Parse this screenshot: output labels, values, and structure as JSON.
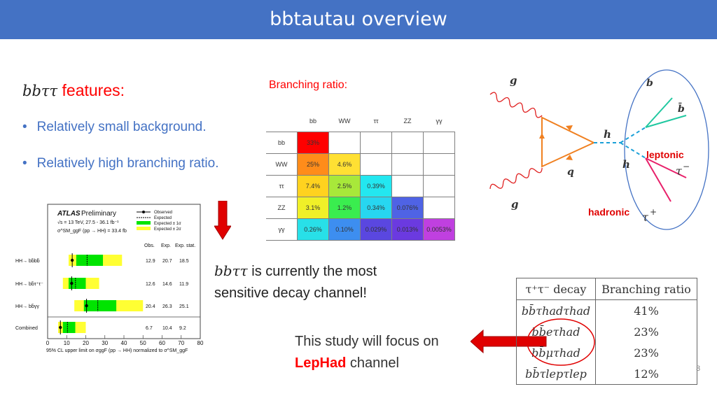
{
  "slide": {
    "title": "bbtautau overview",
    "page_number": "3",
    "accent_color": "#4472c4",
    "highlight_color": "#ff0000"
  },
  "features": {
    "math_label": "bbττ",
    "heading": "features:",
    "bullets": [
      "Relatively small background.",
      "Relatively high branching ratio."
    ]
  },
  "branching": {
    "title": "Branching ratio:",
    "columns": [
      "bb",
      "WW",
      "ττ",
      "ZZ",
      "γγ"
    ],
    "rows": [
      {
        "label": "bb",
        "cells": [
          {
            "v": "33%",
            "c": "#ff0000"
          }
        ]
      },
      {
        "label": "WW",
        "cells": [
          {
            "v": "25%",
            "c": "#ff8c1a"
          },
          {
            "v": "4.6%",
            "c": "#ffe033"
          }
        ]
      },
      {
        "label": "ττ",
        "cells": [
          {
            "v": "7.4%",
            "c": "#ffd21f"
          },
          {
            "v": "2.5%",
            "c": "#a8e83a"
          },
          {
            "v": "0.39%",
            "c": "#23e7f0"
          }
        ]
      },
      {
        "label": "ZZ",
        "cells": [
          {
            "v": "3.1%",
            "c": "#f0f028"
          },
          {
            "v": "1.2%",
            "c": "#3aed4f"
          },
          {
            "v": "0.34%",
            "c": "#27d6f0"
          },
          {
            "v": "0.076%",
            "c": "#4f63e5"
          }
        ]
      },
      {
        "label": "γγ",
        "cells": [
          {
            "v": "0.26%",
            "c": "#28e0e8"
          },
          {
            "v": "0.10%",
            "c": "#3d8ef0"
          },
          {
            "v": "0.029%",
            "c": "#5a47e0"
          },
          {
            "v": "0.013%",
            "c": "#6b3ae0"
          },
          {
            "v": "0.0053%",
            "c": "#c040e0"
          }
        ]
      }
    ]
  },
  "sensitivity": {
    "math_label": "bbττ",
    "text": " is currently the most sensitive decay channel!"
  },
  "study": {
    "line1": "This study will  focus on",
    "highlight": "LepHad",
    "line2_rest": " channel"
  },
  "feynman": {
    "gluon_top": "g",
    "gluon_bottom": "g",
    "quark_loop": "q",
    "higgs_top": "h",
    "higgs_bottom": "h",
    "b": "b",
    "bbar": "b̄",
    "tau_minus": "τ",
    "tau_minus_sup": "−",
    "tau_plus": "τ",
    "tau_plus_sup": "+",
    "leptonic": "leptonic",
    "hadronic": "hadronic"
  },
  "decay_table": {
    "headers": [
      "τ⁺τ⁻ decay",
      "Branching ratio"
    ],
    "rows": [
      {
        "decay": "bb̄τhadτhad",
        "ratio": "41%"
      },
      {
        "decay": "bb̄eτhad",
        "ratio": "23%"
      },
      {
        "decay": "bb̄μτhad",
        "ratio": "23%"
      },
      {
        "decay": "bb̄τlepτlep",
        "ratio": "12%"
      }
    ]
  },
  "atlas": {
    "brand": "ATLAS",
    "brand_suffix": "Preliminary",
    "energy": "√s = 13 TeV,  27.5 - 36.1 fb⁻¹",
    "xsec": "σ^SM_ggF (pp → HH) = 33.4 fb",
    "legend": [
      "Observed",
      "Expected",
      "Expected ± 1σ",
      "Expected ± 2σ"
    ],
    "col_headers": [
      "Obs.",
      "Exp.",
      "Exp. stat."
    ],
    "xlabel": "95% CL upper limit on σggF (pp → HH) normalized to σ^SM_ggF",
    "xticks": [
      "0",
      "10",
      "20",
      "30",
      "40",
      "50",
      "60",
      "70",
      "80"
    ],
    "band2_color": "#ffff33",
    "band1_color": "#00e400"
  },
  "chart_data": {
    "type": "scatter",
    "title": "ATLAS Preliminary",
    "xlabel": "95% CL upper limit on σggF (pp → HH) normalized to σ^SM_ggF",
    "xlim": [
      0,
      80
    ],
    "categories": [
      "HH→ bb̄bb̄",
      "HH→ bb̄τ⁺τ⁻",
      "HH→ bb̄γγ",
      "Combined"
    ],
    "series": [
      {
        "name": "Observed",
        "values": [
          12.9,
          12.6,
          20.4,
          6.7
        ]
      },
      {
        "name": "Expected",
        "values": [
          20.7,
          14.6,
          26.3,
          10.4
        ]
      }
    ],
    "exp_stat": [
      18.5,
      11.9,
      25.1,
      9.2
    ],
    "band1": [
      [
        15,
        29
      ],
      [
        11,
        20
      ],
      [
        19,
        36
      ],
      [
        8,
        14.5
      ]
    ],
    "band2": [
      [
        11,
        39
      ],
      [
        8,
        27
      ],
      [
        14,
        50
      ],
      [
        5.5,
        20
      ]
    ]
  }
}
